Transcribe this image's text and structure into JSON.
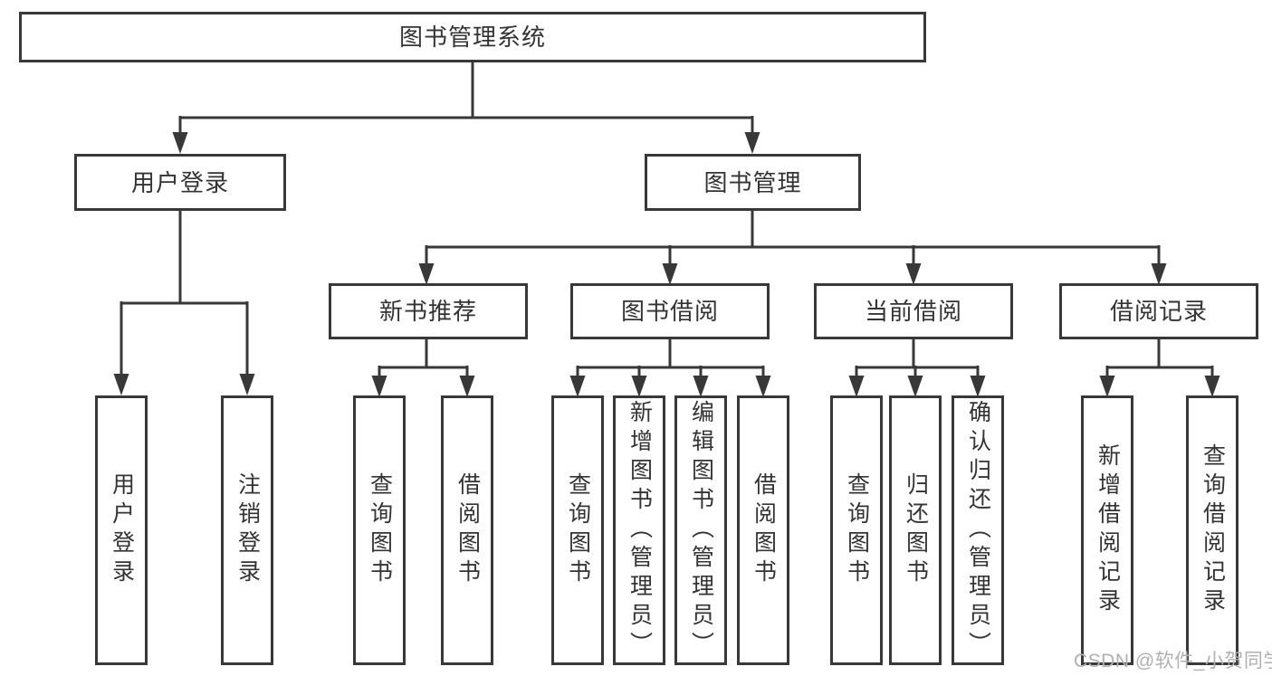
{
  "diagram": {
    "type": "tree",
    "system": "图书管理系统"
  },
  "style": {
    "line_color": "#383838",
    "text_color": "#333333",
    "box_fill": "#ffffff",
    "background": "#ffffff",
    "watermark_color": "#b0b0b0"
  },
  "nodes": {
    "root": {
      "label": "图书管理系统"
    },
    "user_login": {
      "label": "用户登录"
    },
    "book_management": {
      "label": "图书管理"
    },
    "new_book_recommendation": {
      "label": "新书推荐"
    },
    "book_borrowing": {
      "label": "图书借阅"
    },
    "current_borrowing": {
      "label": "当前借阅"
    },
    "borrowing_records": {
      "label": "借阅记录"
    },
    "leaf_user_login": {
      "label": "用户登录"
    },
    "leaf_logout": {
      "label": "注销登录"
    },
    "leaf_newbook_query": {
      "label": "查询图书"
    },
    "leaf_newbook_borrow": {
      "label": "借阅图书"
    },
    "leaf_borrow_query": {
      "label": "查询图书"
    },
    "leaf_borrow_add": {
      "label": "新增图书（管理员）"
    },
    "leaf_borrow_edit": {
      "label": "编辑图书（管理员）"
    },
    "leaf_borrow_borrow": {
      "label": "借阅图书"
    },
    "leaf_current_query": {
      "label": "查询图书"
    },
    "leaf_current_return": {
      "label": "归还图书"
    },
    "leaf_current_confirm": {
      "label": "确认归还（管理员）"
    },
    "leaf_records_add": {
      "label": "新增借阅记录"
    },
    "leaf_records_query": {
      "label": "查询借阅记录"
    }
  },
  "hierarchy": {
    "图书管理系统": {
      "用户登录": [
        "用户登录",
        "注销登录"
      ],
      "图书管理": {
        "新书推荐": [
          "查询图书",
          "借阅图书"
        ],
        "图书借阅": [
          "查询图书",
          "新增图书（管理员）",
          "编辑图书（管理员）",
          "借阅图书"
        ],
        "当前借阅": [
          "查询图书",
          "归还图书",
          "确认归还（管理员）"
        ],
        "借阅记录": [
          "新增借阅记录",
          "查询借阅记录"
        ]
      }
    }
  },
  "watermark": {
    "text": "CSDN @软件_小贺同学"
  }
}
